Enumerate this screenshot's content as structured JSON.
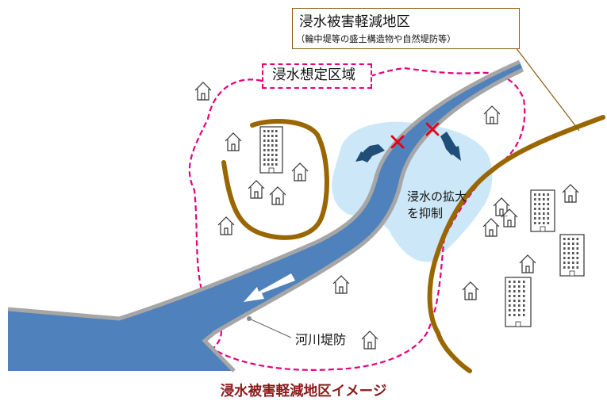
{
  "callout": {
    "title": "浸水被害軽減地区",
    "subtitle": "（輪中堤等の盛土構造物や自然堤防等）"
  },
  "flood_zone_label": "浸水想定区域",
  "spread_label": {
    "line1": "浸水の拡大",
    "line2": "を抑制"
  },
  "levee_label": "河川堤防",
  "caption": "浸水被害軽減地区イメージ",
  "colors": {
    "river": "#4f81bd",
    "river_bank": "#a6a6a6",
    "flood_water": "#cce8f8",
    "embankment": "#996600",
    "flood_zone_border": "#e6007e",
    "breach_mark": "#e60012",
    "flow_arrow": "#1f4e79",
    "caption": "#8b1a1a"
  },
  "icons": [
    "house-icon",
    "building-icon",
    "breach-x-icon",
    "flow-arrow-icon"
  ]
}
